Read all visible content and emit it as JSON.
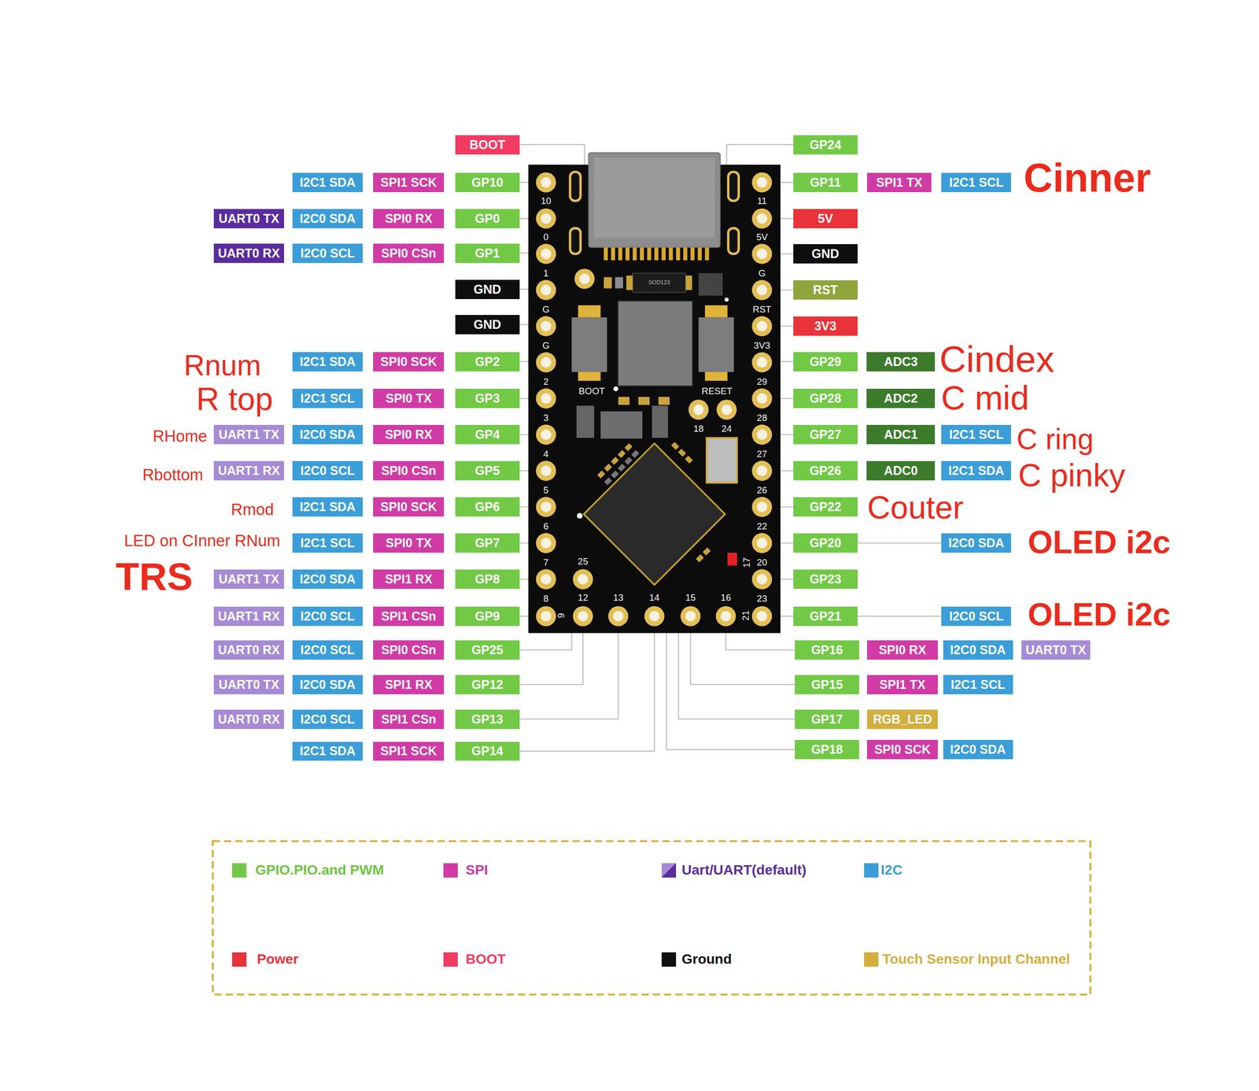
{
  "diagram": {
    "nodes": [
      {
        "text": [
          "BOOT"
        ]
      },
      {
        "text": [
          "GP24"
        ]
      },
      {
        "text": [
          "I2C1 SDA"
        ]
      },
      {
        "text": [
          "SPI1 SCK"
        ]
      },
      {
        "text": [
          "GP10"
        ]
      },
      {
        "text": [
          "GP11"
        ]
      },
      {
        "text": [
          "SPI1 TX"
        ]
      },
      {
        "text": [
          "I2C1 SCL"
        ]
      },
      {
        "text": [
          "UART0 TX"
        ]
      },
      {
        "text": [
          "I2C0 SDA"
        ]
      },
      {
        "text": [
          "SPI0 RX"
        ]
      },
      {
        "text": [
          "GP0"
        ]
      },
      {
        "text": [
          "5V"
        ]
      },
      {
        "text": [
          "UART0 RX"
        ]
      },
      {
        "text": [
          "I2C0 SCL"
        ]
      },
      {
        "text": [
          "SPI0 CSn"
        ]
      },
      {
        "text": [
          "GP1"
        ]
      },
      {
        "text": [
          "GND"
        ]
      },
      {
        "text": [
          "GND"
        ]
      },
      {
        "text": [
          "RST"
        ]
      },
      {
        "text": [
          "GND"
        ]
      },
      {
        "text": [
          "3V3"
        ]
      },
      {
        "text": [
          "I2C1 SDA"
        ]
      },
      {
        "text": [
          "SPI0 SCK"
        ]
      },
      {
        "text": [
          "GP2"
        ]
      },
      {
        "text": [
          "GP29"
        ]
      },
      {
        "text": [
          "ADC3"
        ]
      },
      {
        "text": [
          "I2C1 SCL"
        ]
      },
      {
        "text": [
          "SPI0 TX"
        ]
      },
      {
        "text": [
          "GP3"
        ]
      },
      {
        "text": [
          "GP28"
        ]
      },
      {
        "text": [
          "ADC2"
        ]
      },
      {
        "text": [
          "UART1 TX"
        ]
      },
      {
        "text": [
          "I2C0 SDA"
        ]
      },
      {
        "text": [
          "SPI0 RX"
        ]
      },
      {
        "text": [
          "GP4"
        ]
      },
      {
        "text": [
          "GP27"
        ]
      },
      {
        "text": [
          "ADC1"
        ]
      },
      {
        "text": [
          "I2C1 SCL"
        ]
      },
      {
        "text": [
          "UART1 RX"
        ]
      },
      {
        "text": [
          "I2C0 SCL"
        ]
      },
      {
        "text": [
          "SPI0 CSn"
        ]
      },
      {
        "text": [
          "GP5"
        ]
      },
      {
        "text": [
          "GP26"
        ]
      },
      {
        "text": [
          "ADC0"
        ]
      },
      {
        "text": [
          "I2C1 SDA"
        ]
      },
      {
        "text": [
          "I2C1 SDA"
        ]
      },
      {
        "text": [
          "SPI0 SCK"
        ]
      },
      {
        "text": [
          "GP6"
        ]
      },
      {
        "text": [
          "GP22"
        ]
      },
      {
        "text": [
          "I2C1 SCL"
        ]
      },
      {
        "text": [
          "SPI0 TX"
        ]
      },
      {
        "text": [
          "GP7"
        ]
      },
      {
        "text": [
          "GP20"
        ]
      },
      {
        "text": [
          "I2C0 SDA"
        ]
      },
      {
        "text": [
          "UART1 TX"
        ]
      },
      {
        "text": [
          "I2C0 SDA"
        ]
      },
      {
        "text": [
          "SPI1 RX"
        ]
      },
      {
        "text": [
          "GP8"
        ]
      },
      {
        "text": [
          "GP23"
        ]
      },
      {
        "text": [
          "UART1 RX"
        ]
      },
      {
        "text": [
          "I2C0 SCL"
        ]
      },
      {
        "text": [
          "SPI1 CSn"
        ]
      },
      {
        "text": [
          "GP9"
        ]
      },
      {
        "text": [
          "GP21"
        ]
      },
      {
        "text": [
          "I2C0 SCL"
        ]
      },
      {
        "text": [
          "UART0 RX"
        ]
      },
      {
        "text": [
          "I2C0 SCL"
        ]
      },
      {
        "text": [
          "SPI0 CSn"
        ]
      },
      {
        "text": [
          "GP25"
        ]
      },
      {
        "text": [
          "GP16"
        ]
      },
      {
        "text": [
          "SPI0 RX"
        ]
      },
      {
        "text": [
          "I2C0 SDA"
        ]
      },
      {
        "text": [
          "UART0 TX"
        ]
      },
      {
        "text": [
          "UART0 TX"
        ]
      },
      {
        "text": [
          "I2C0 SDA"
        ]
      },
      {
        "text": [
          "SPI1 RX"
        ]
      },
      {
        "text": [
          "GP12"
        ]
      },
      {
        "text": [
          "GP15"
        ]
      },
      {
        "text": [
          "SPI1 TX"
        ]
      },
      {
        "text": [
          "I2C1 SCL"
        ]
      },
      {
        "text": [
          "UART0 RX"
        ]
      },
      {
        "text": [
          "I2C0 SCL"
        ]
      },
      {
        "text": [
          "SPI1 CSn"
        ]
      },
      {
        "text": [
          "GP13"
        ]
      },
      {
        "text": [
          "GP17"
        ]
      },
      {
        "text": [
          "RGB_LED"
        ]
      },
      {
        "text": [
          "I2C1 SDA"
        ]
      },
      {
        "text": [
          "SPI1 SCK"
        ]
      },
      {
        "text": [
          "GP14"
        ]
      },
      {
        "text": [
          "GP18"
        ]
      },
      {
        "text": [
          "SPI0 SCK"
        ]
      },
      {
        "text": [
          "I2C0 SDA"
        ]
      }
    ],
    "labels": [
      "Cinner",
      "Rnum",
      "R top",
      "RHome",
      "Rbottom",
      "Rmod",
      "LED on CInner RNum",
      "TRS",
      "Cindex",
      "C mid",
      "C ring",
      "C pinky",
      "Couter",
      "OLED i2c",
      "OLED i2c",
      "10",
      "0",
      "1",
      "G",
      "G",
      "2",
      "3",
      "4",
      "5",
      "6",
      "7",
      "8",
      "9",
      "11",
      "5V",
      "G",
      "RST",
      "3V3",
      "29",
      "28",
      "27",
      "26",
      "22",
      "20",
      "23",
      "21",
      "25",
      "12",
      "13",
      "14",
      "15",
      "16",
      "18",
      "24",
      "BOOT",
      "RESET",
      "17",
      "SOD123"
    ],
    "legend": [
      {
        "text": "GPIO.PIO.and PWM",
        "color": "#72c946"
      },
      {
        "text": "SPI",
        "color": "#d03ba5"
      },
      {
        "text": "Uart/UART(default)"
      },
      {
        "text": "I2C",
        "color": "#3b9ed8"
      },
      {
        "text": "Power",
        "color": "#e8333a"
      },
      {
        "text": "BOOT",
        "color": "#f23b63"
      },
      {
        "text": "Ground",
        "color": "#111111"
      },
      {
        "text": "Touch Sensor Input Channel",
        "color": "#d4ae3e"
      }
    ]
  }
}
